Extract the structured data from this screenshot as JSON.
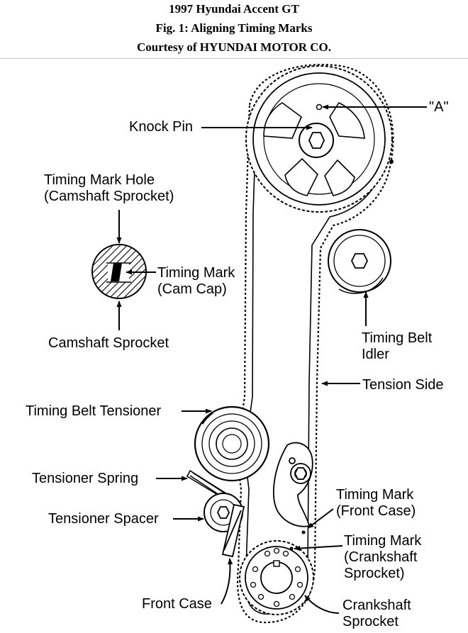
{
  "header": {
    "title": "1997 Hyundai Accent GT",
    "figure": "Fig. 1: Aligning Timing Marks",
    "courtesy": "Courtesy of HYUNDAI MOTOR CO."
  },
  "labels": {
    "a": "\"A\"",
    "knock_pin": "Knock Pin",
    "timing_mark_hole_1": "Timing Mark Hole",
    "timing_mark_hole_2": "(Camshaft Sprocket)",
    "timing_mark_cam_1": "Timing Mark",
    "timing_mark_cam_2": "(Cam Cap)",
    "camshaft_sprocket": "Camshaft Sprocket",
    "idler_1": "Timing Belt",
    "idler_2": "Idler",
    "tension_side": "Tension Side",
    "tensioner": "Timing Belt Tensioner",
    "tensioner_spring": "Tensioner Spring",
    "tensioner_spacer": "Tensioner Spacer",
    "front_case_mark_1": "Timing Mark",
    "front_case_mark_2": "(Front Case)",
    "crank_mark_1": "Timing Mark",
    "crank_mark_2": "(Crankshaft",
    "crank_mark_3": "Sprocket)",
    "front_case": "Front Case",
    "crank_sprocket_1": "Crankshaft",
    "crank_sprocket_2": "Sprocket"
  }
}
